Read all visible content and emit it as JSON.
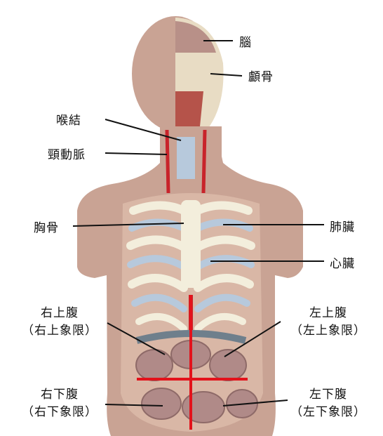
{
  "labels": {
    "brain": "腦",
    "skull": "顱骨",
    "larynx": "喉結",
    "carotid": "頸動脈",
    "sternum": "胸骨",
    "lung": "肺臟",
    "heart": "心臟",
    "ruq_title": "右上腹",
    "ruq_sub": "（右上象限）",
    "luq_title": "左上腹",
    "luq_sub": "（左上象限）",
    "rlq_title": "右下腹",
    "rlq_sub": "（右下象限）",
    "llq_title": "左下腹",
    "llq_sub": "（左下象限）"
  },
  "colors": {
    "skin": "#c9a394",
    "skin_dark": "#a9847a",
    "bone": "#f3eedc",
    "cartilage": "#b7c9dc",
    "artery": "#c8232a",
    "intestine": "#b08a88",
    "quadrant_line": "#e3121b",
    "leader_line": "#111111"
  }
}
